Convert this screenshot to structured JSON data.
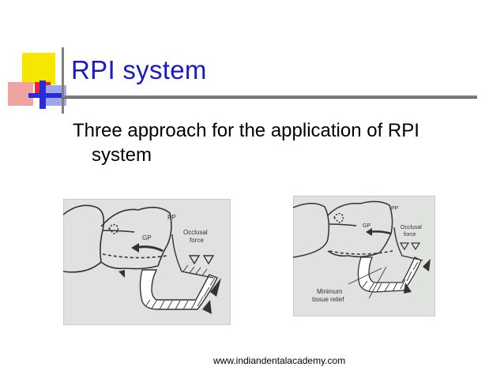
{
  "slide": {
    "title": "RPI system",
    "body_line1": "Three approach for the application of RPI",
    "body_line2": "system",
    "footer": "www.indiandentalacademy.com"
  },
  "figure_left": {
    "labels": {
      "pp": "PP",
      "gp": "GP",
      "force_line1": "Occlusal",
      "force_line2": "force"
    }
  },
  "figure_right": {
    "labels": {
      "pp": "PP",
      "gp": "GP",
      "force_line1": "Occlusal",
      "force_line2": "force",
      "relief_line1": "Minimum",
      "relief_line2": "tissue relief"
    }
  },
  "colors": {
    "title": "#1a1ac8",
    "accent_yellow": "#f5e400",
    "accent_red": "#e8262e",
    "accent_blue": "#2b2bd8"
  }
}
